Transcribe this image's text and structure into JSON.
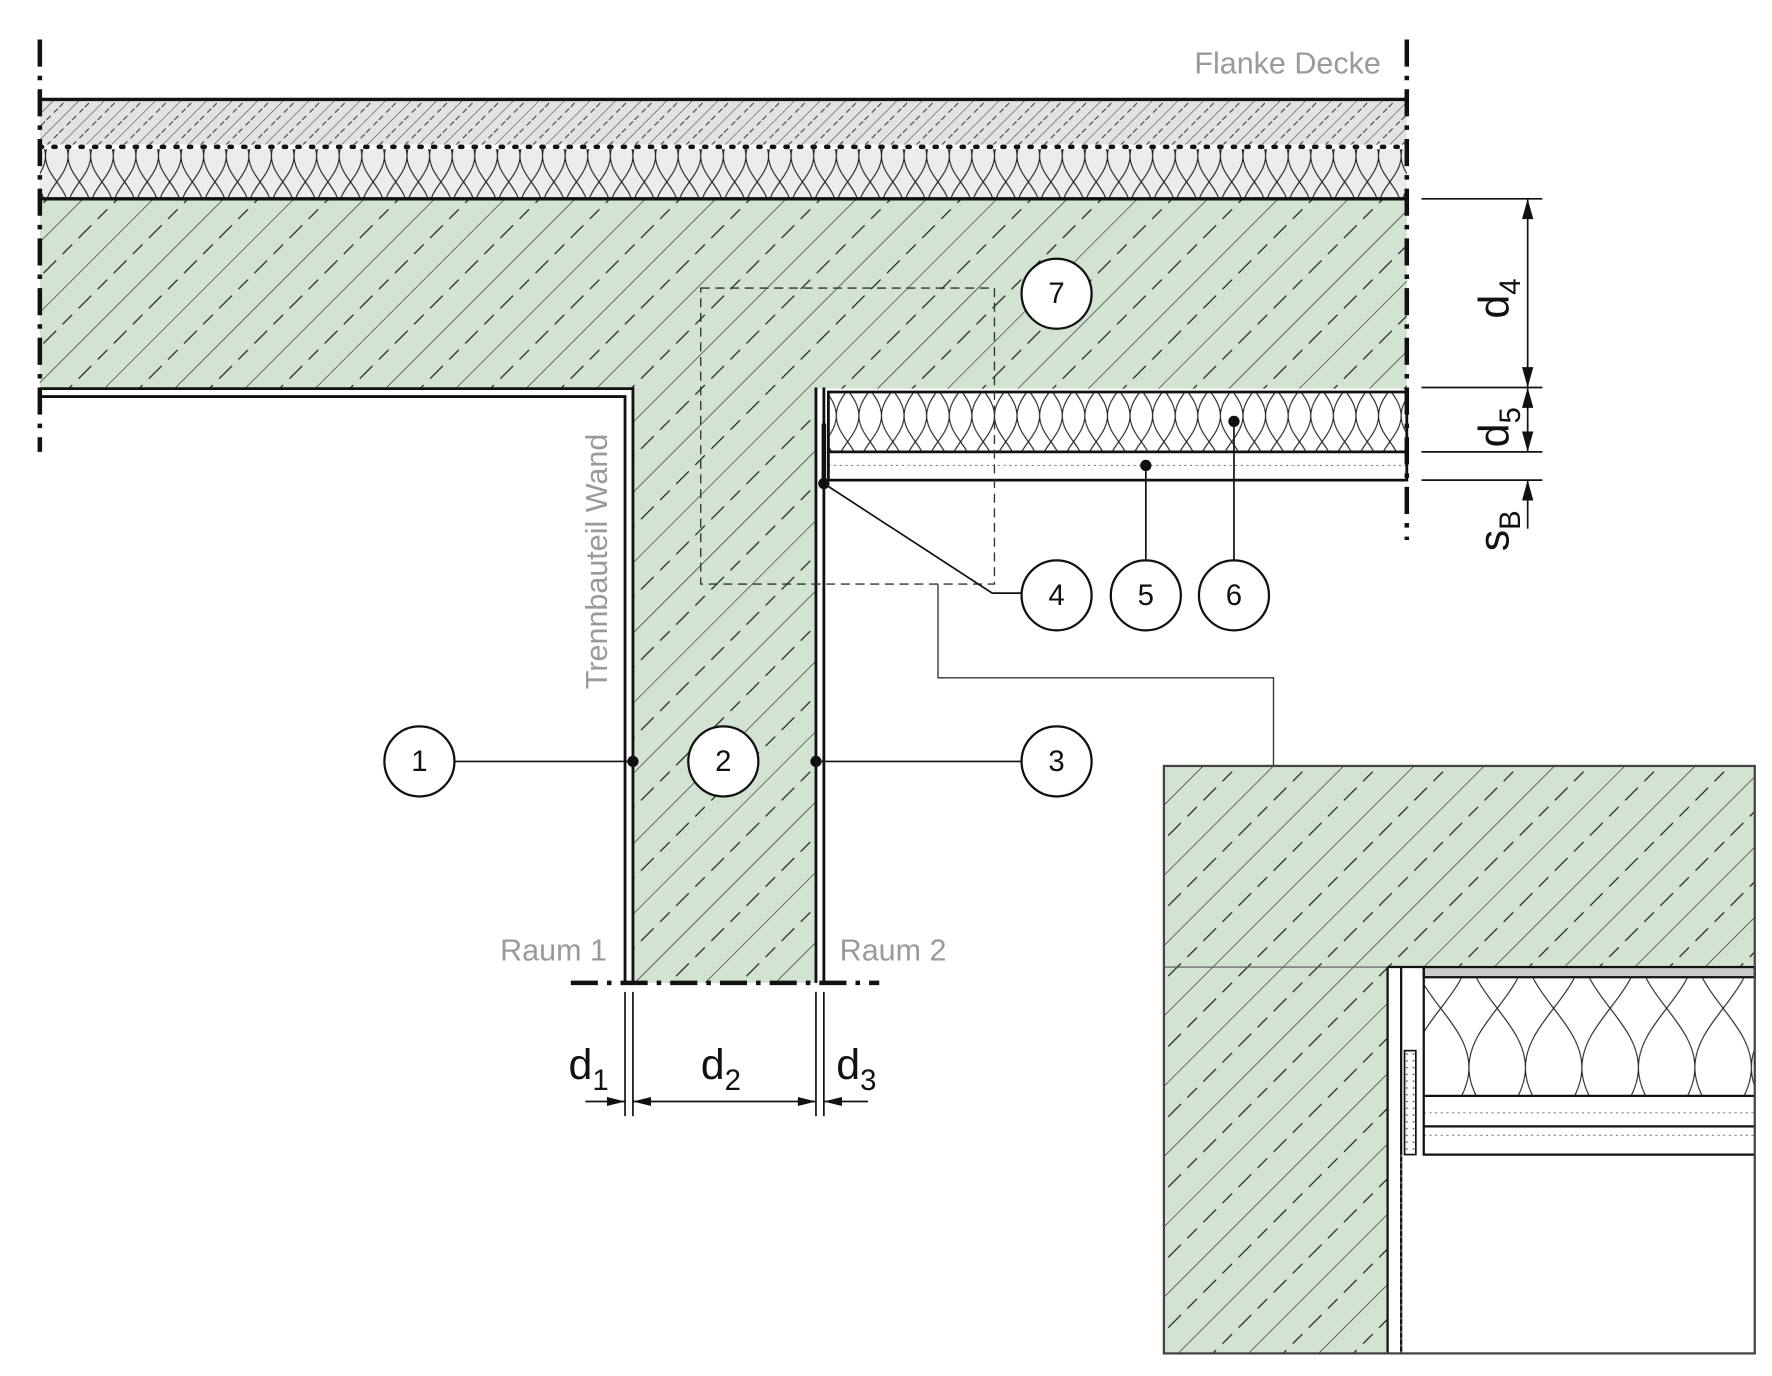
{
  "labels": {
    "flank": "Flanke Decke",
    "wall": "Trennbauteil Wand",
    "room1": "Raum 1",
    "room2": "Raum 2"
  },
  "markers": [
    "1",
    "2",
    "3",
    "4",
    "5",
    "6",
    "7"
  ],
  "dimensions": {
    "d1": {
      "base": "d",
      "sub": "1"
    },
    "d2": {
      "base": "d",
      "sub": "2"
    },
    "d3": {
      "base": "d",
      "sub": "3"
    },
    "d4": {
      "base": "d",
      "sub": "4"
    },
    "d5": {
      "base": "d",
      "sub": "5"
    },
    "sB": {
      "base": "s",
      "sub": "B"
    }
  },
  "colors": {
    "concrete": "#d3e3d1",
    "screed": "#e2e2e2",
    "line": "#111111",
    "label": "#9a9a9a"
  }
}
